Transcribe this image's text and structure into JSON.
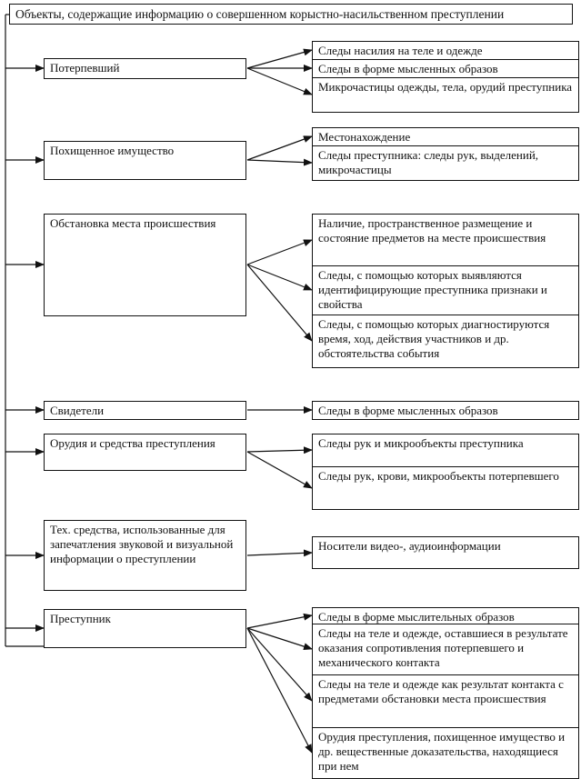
{
  "title": "Объекты, содержащие информацию о совершенном корыстно-насильственном преступлении",
  "groups": [
    {
      "label": "Потерпевший",
      "items": [
        "Следы насилия на теле и одежде",
        "Следы в форме мысленных образов",
        "Микрочастицы одежды, тела, орудий преступника"
      ]
    },
    {
      "label": "Похищенное имущество",
      "items": [
        "Местонахождение",
        "Следы преступника: следы рук, выделений, микрочастицы"
      ]
    },
    {
      "label": "Обстановка места происшествия",
      "items": [
        "Наличие, пространственное размещение и состояние предметов на месте происшествия",
        "Следы, с помощью которых выявляются идентифицирующие преступника признаки и свойства",
        "Следы, с помощью которых диагностируются время, ход, действия участников и др. обстоятельства события"
      ]
    },
    {
      "label": "Свидетели",
      "items": [
        "Следы в форме мысленных образов"
      ]
    },
    {
      "label": "Орудия и средства преступления",
      "items": [
        "Следы рук и микрообъекты преступника",
        "Следы рук, крови, микрообъекты потерпевшего"
      ]
    },
    {
      "label": "Тех. средства, использованные для запечатления звуковой и визуальной информации о преступлении",
      "items": [
        "Носители видео-, аудиоинформации"
      ]
    },
    {
      "label": "Преступник",
      "items": [
        "Следы в форме мыслительных образов",
        "Следы на теле и одежде, оставшиеся в результате оказания сопротивления потерпевшего и механического контакта",
        "Следы на теле и одежде как результат контакта с предметами обстановки места происшествия",
        "Орудия преступления, похищенное имущество и др. вещественные доказательства, находящиеся при нем"
      ]
    }
  ]
}
